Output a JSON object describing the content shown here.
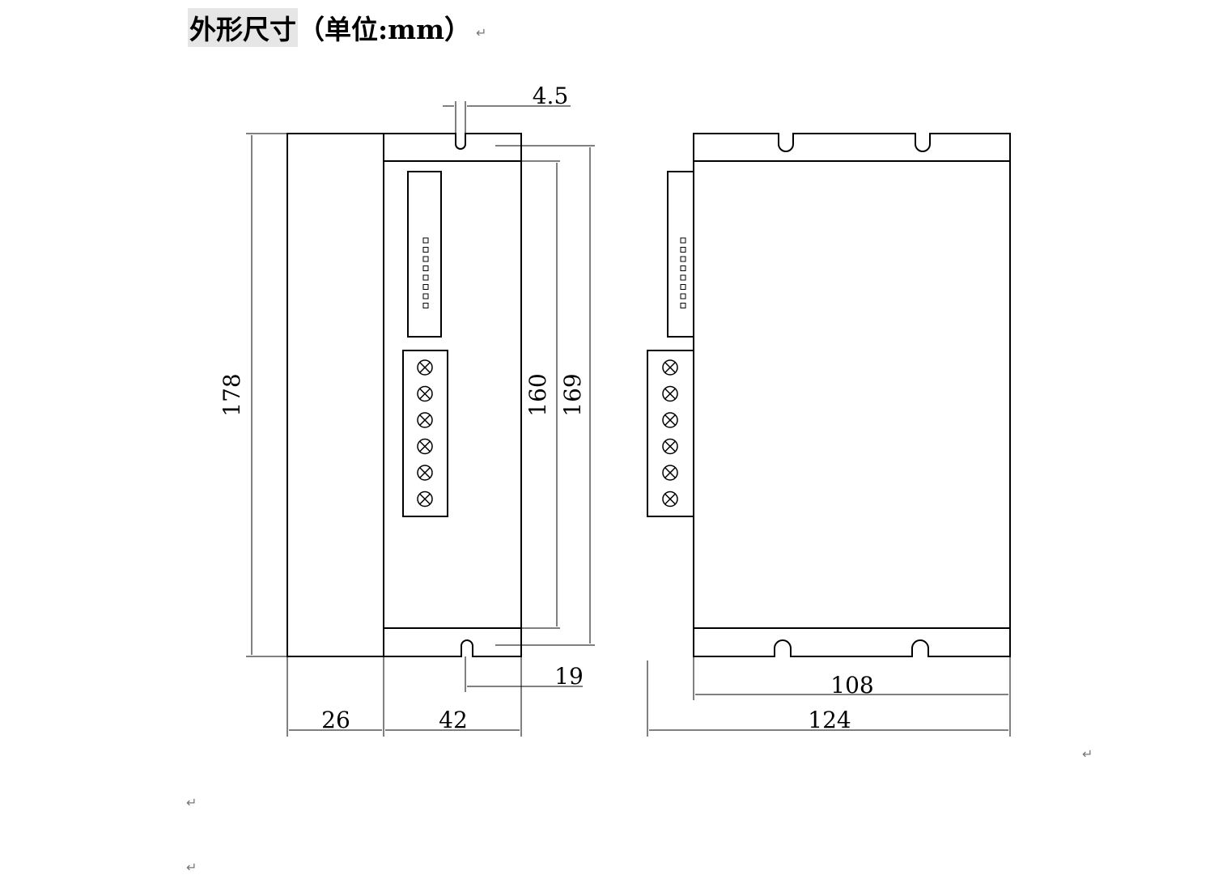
{
  "heading": {
    "highlighted": "外形尺寸",
    "rest": "（单位:mm）",
    "para_mark": "↵"
  },
  "drawing": {
    "front_view": {
      "dim_height_total": "178",
      "dim_width_left": "26",
      "dim_width_right": "42",
      "dim_slot_width": "4.5",
      "dim_slot_offset": "19",
      "dim_mount_pitch": "160",
      "dim_height_body": "169",
      "terminal_count": 6,
      "signal_pin_count": 8
    },
    "side_view": {
      "dim_slot_pitch": "108",
      "dim_depth_total": "124",
      "terminal_count": 6,
      "signal_pin_count": 8
    }
  },
  "paragraph_marks": [
    "↵",
    "↵",
    "↵"
  ],
  "colors": {
    "line": "#000000",
    "highlight": "#e6e6e6",
    "mark": "#777777"
  }
}
